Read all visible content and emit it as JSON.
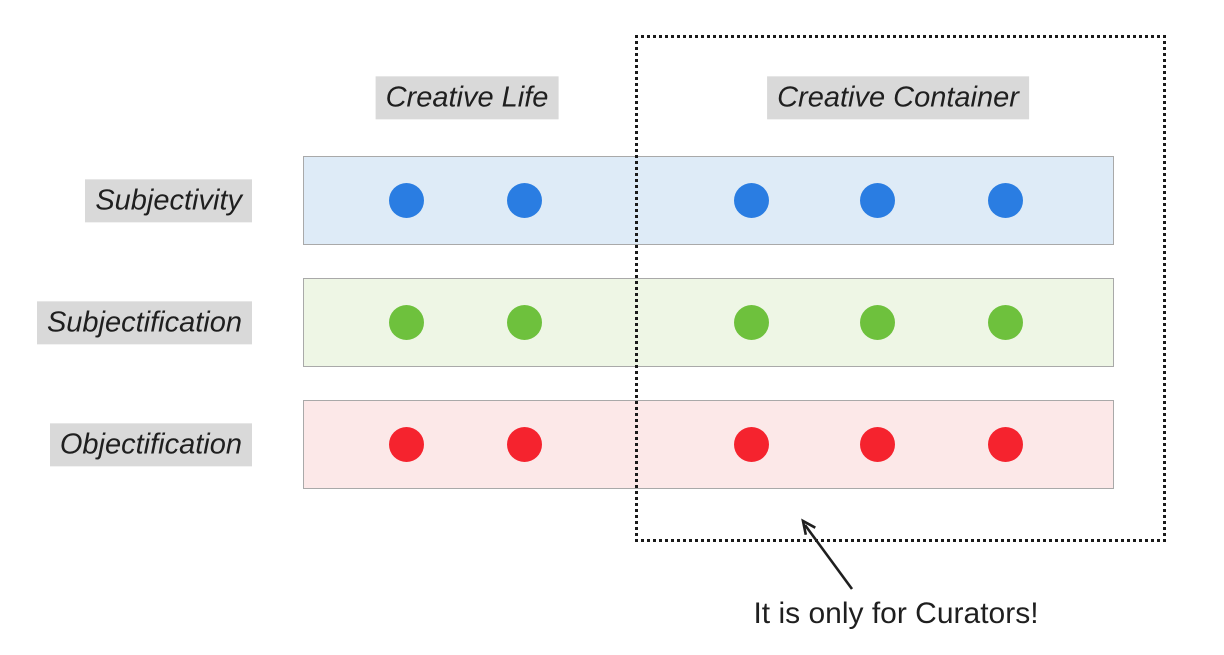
{
  "headers": [
    {
      "label": "Creative Life"
    },
    {
      "label": "Creative Container"
    }
  ],
  "rows": [
    {
      "label": "Subjectivity",
      "band_fill": "#deebf7",
      "dot_color": "#2a7de2",
      "dots_in_creative_life": 2,
      "dots_in_creative_container": 3
    },
    {
      "label": "Subjectification",
      "band_fill": "#eef6e5",
      "dot_color": "#6ec13d",
      "dots_in_creative_life": 2,
      "dots_in_creative_container": 3
    },
    {
      "label": "Objectification",
      "band_fill": "#fce8e8",
      "dot_color": "#f5232e",
      "dots_in_creative_life": 2,
      "dots_in_creative_container": 3
    }
  ],
  "annotation": {
    "text": "It is only for Curators!"
  },
  "colors": {
    "label_highlight": "#d9d9d9",
    "band_border": "#a9a9a9",
    "outline": "#1a1a1a",
    "text": "#1f1f1f"
  }
}
